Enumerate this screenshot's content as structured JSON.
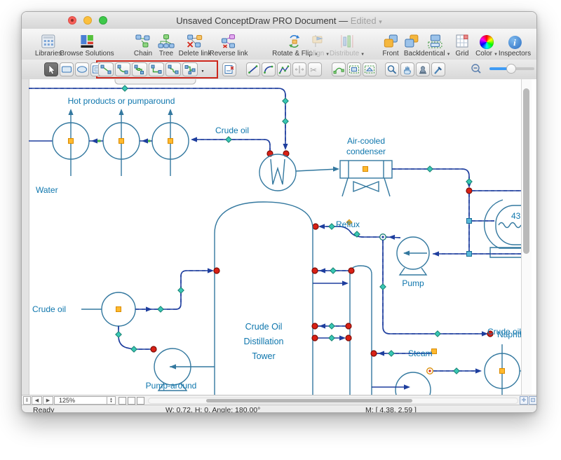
{
  "window": {
    "title": "Unsaved ConceptDraw PRO Document —",
    "edited_label": "Edited"
  },
  "toolbar_main": {
    "items": [
      {
        "label": "Libraries",
        "disabled": false
      },
      {
        "label": "Browse Solutions",
        "disabled": false
      },
      {
        "label": "Chain",
        "disabled": false
      },
      {
        "label": "Tree",
        "disabled": false
      },
      {
        "label": "Delete link",
        "disabled": false
      },
      {
        "label": "Reverse link",
        "disabled": false
      },
      {
        "label": "Rotate & Flip",
        "disabled": false
      },
      {
        "label": "Align",
        "disabled": true
      },
      {
        "label": "Distribute",
        "disabled": true
      },
      {
        "label": "Front",
        "disabled": false
      },
      {
        "label": "Back",
        "disabled": false
      },
      {
        "label": "Identical",
        "disabled": false
      },
      {
        "label": "Grid",
        "disabled": false
      },
      {
        "label": "Color",
        "disabled": false
      },
      {
        "label": "Inspectors",
        "disabled": false
      }
    ]
  },
  "tool_palette": {
    "tools": [
      "select",
      "rectangle",
      "ellipse",
      "text-frame",
      "connector-direct",
      "connector-arc",
      "connector-smart",
      "connector-elbow",
      "connector-curve",
      "connector-tree",
      "disconnect",
      "line",
      "arc",
      "polyline",
      "split",
      "scissors",
      "reshape",
      "group-reshape",
      "lasso-reshape",
      "zoom",
      "pan",
      "stamp",
      "eyedropper"
    ],
    "highlight_color": "#cd271c"
  },
  "zoom_control": {
    "level": "125%"
  },
  "status": {
    "ready": "Ready",
    "dimensions": "W: 0.72,  H: 0,  Angle: 180.00°",
    "position": "M: [ 4.38, 2.59 ]"
  },
  "diagram": {
    "accent_colors": {
      "shape_stroke": "#33789f",
      "connector": "#1e3e9e",
      "selection_dash": "#9184e8",
      "handle_diamond": "#39c7b4",
      "endpoint_red": "#d92015",
      "handle_orange": "#ffb92e"
    },
    "labels": {
      "hot_products": "Hot products or pumparound",
      "crude_oil_top": "Crude oil",
      "water": "Water",
      "condenser_l1": "Air-cooled",
      "condenser_l2": "condenser",
      "reflux": "Reflux",
      "pump": "Pump",
      "naphtha": "Naphtha",
      "tower_l1": "Crude Oil",
      "tower_l2": "Distillation",
      "tower_l3": "Tower",
      "crude_oil_left": "Crude oil",
      "pump_around": "Pump-around",
      "steam": "Steam",
      "crude_oil_right": "Crude oil",
      "drum_value": "43"
    }
  }
}
